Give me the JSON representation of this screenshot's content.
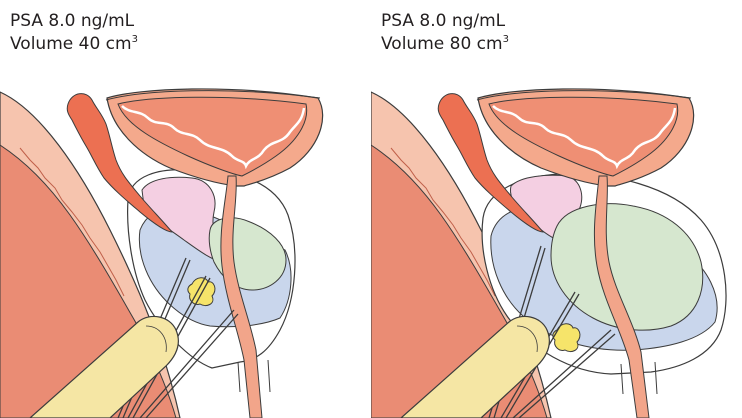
{
  "panels": [
    {
      "psa": "PSA 8.0 ng/mL",
      "volume": "Volume 40 cm",
      "volume_exponent": "3"
    },
    {
      "psa": "PSA 8.0 ng/mL",
      "volume": "Volume 80 cm",
      "volume_exponent": "3"
    }
  ],
  "colors": {
    "rectal_wall": "#ea8c74",
    "rectal_wall_light": "#f6c4ae",
    "bladder_wall": "#f4a98c",
    "bladder_inner": "#ef8f74",
    "seminal_vesicle": "#ec7052",
    "central_zone": "#f4cfe2",
    "transition_zone": "#d6e7cf",
    "peripheral_zone": "#c9d6ec",
    "tumor": "#f6e46a",
    "ultrasound_probe": "#f5e6a4",
    "urethra": "#f2a58a",
    "outline": "#3c3c3c"
  }
}
